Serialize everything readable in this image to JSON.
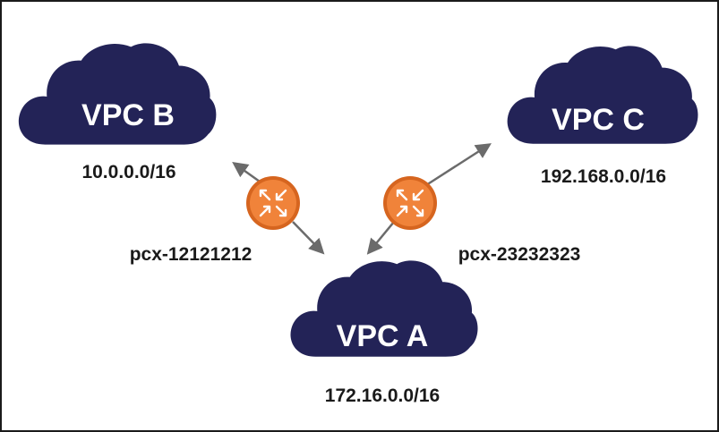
{
  "colors": {
    "cloud": "#232357",
    "peering": "#f0833a",
    "peering_dark": "#d6651f",
    "arrow": "#6b6b6b",
    "text": "#1a1a1a",
    "cloud_text": "#ffffff"
  },
  "vpcs": [
    {
      "id": "vpc-b",
      "name": "VPC B",
      "cidr": "10.0.0.0/16"
    },
    {
      "id": "vpc-c",
      "name": "VPC C",
      "cidr": "192.168.0.0/16"
    },
    {
      "id": "vpc-a",
      "name": "VPC A",
      "cidr": "172.16.0.0/16"
    }
  ],
  "peerings": [
    {
      "id": "pcx-1",
      "label": "pcx-12121212",
      "icon": "router-icon"
    },
    {
      "id": "pcx-2",
      "label": "pcx-23232323",
      "icon": "router-icon"
    }
  ]
}
